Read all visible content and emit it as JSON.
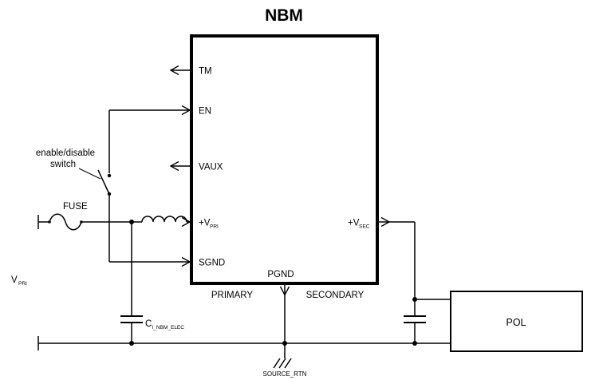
{
  "title": "NBM",
  "module": {
    "pins": {
      "tm": "TM",
      "en": "EN",
      "vaux": "VAUX",
      "vpri_base": "+V",
      "vpri_sub": "PRI",
      "sgnd": "SGND",
      "pgnd": "PGND",
      "vsec_base": "+V",
      "vsec_sub": "SEC"
    },
    "primary_label": "PRIMARY",
    "secondary_label": "SECONDARY"
  },
  "input_circuit": {
    "fuse_label": "FUSE",
    "switch_label_line1": "enable/disable",
    "switch_label_line2": "switch",
    "cap_base": "C",
    "cap_sub": "I_NBM_ELEC",
    "vin_base": "V",
    "vin_sub": "PRI"
  },
  "output_circuit": {
    "pol_label": "POL",
    "ground_label": "SOURCE_RTN"
  },
  "colors": {
    "line": "#000000",
    "background": "#ffffff"
  }
}
